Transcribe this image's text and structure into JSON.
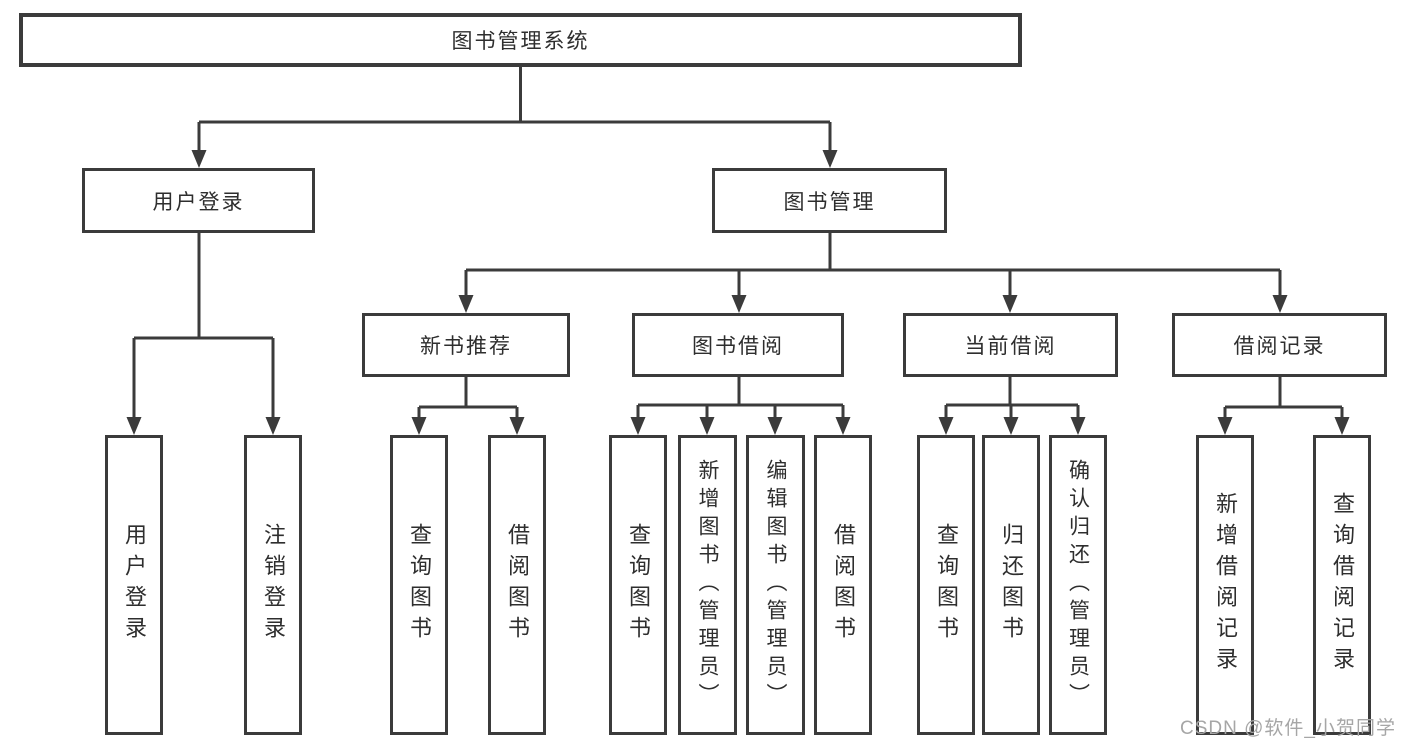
{
  "tree": {
    "label": "图书管理系统",
    "children": [
      {
        "label": "用户登录",
        "children": [
          {
            "label": "用户登录"
          },
          {
            "label": "注销登录"
          }
        ]
      },
      {
        "label": "图书管理",
        "children": [
          {
            "label": "新书推荐",
            "children": [
              {
                "label": "查询图书"
              },
              {
                "label": "借阅图书"
              }
            ]
          },
          {
            "label": "图书借阅",
            "children": [
              {
                "label": "查询图书"
              },
              {
                "label": "新增图书（管理员）"
              },
              {
                "label": "编辑图书（管理员）"
              },
              {
                "label": "借阅图书"
              }
            ]
          },
          {
            "label": "当前借阅",
            "children": [
              {
                "label": "查询图书"
              },
              {
                "label": "归还图书"
              },
              {
                "label": "确认归还（管理员）"
              }
            ]
          },
          {
            "label": "借阅记录",
            "children": [
              {
                "label": "新增借阅记录"
              },
              {
                "label": "查询借阅记录"
              }
            ]
          }
        ]
      }
    ]
  },
  "watermark": {
    "text": "CSDN @软件_小贺同学"
  },
  "colors": {
    "line": "#3b3b3b",
    "box_bg": "#ffffff",
    "watermark": "#a6a6a6"
  }
}
